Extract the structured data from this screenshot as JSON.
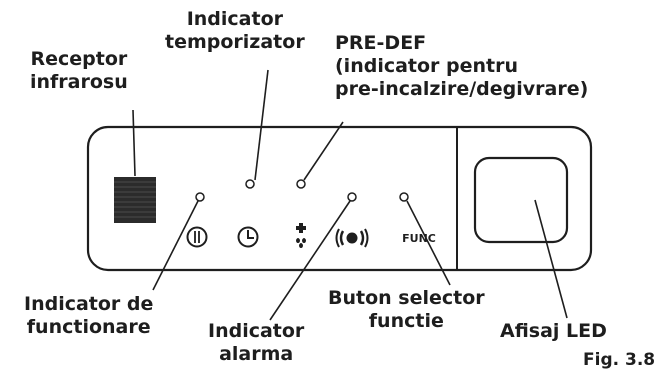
{
  "labels": {
    "receptor": [
      "Receptor",
      "infrarosu"
    ],
    "timer": [
      "Indicator",
      "temporizator"
    ],
    "predef": [
      "PRE-DEF",
      "(indicator pentru",
      "pre-incalzire/degivrare)"
    ],
    "functionare": [
      "Indicator de",
      "functionare"
    ],
    "alarma": [
      "Indicator",
      "alarma"
    ],
    "buton": [
      "Buton selector",
      "functie"
    ],
    "afisaj": [
      "Afisaj LED"
    ]
  },
  "figure": "Fig. 3.8",
  "panel": {
    "func_text": "FUNC"
  },
  "colors": {
    "ink": "#1e1e1e",
    "receptor": "#2b2b2b"
  },
  "icons": [
    "power-icon",
    "clock-icon",
    "defrost-icon",
    "alarm-icon"
  ]
}
